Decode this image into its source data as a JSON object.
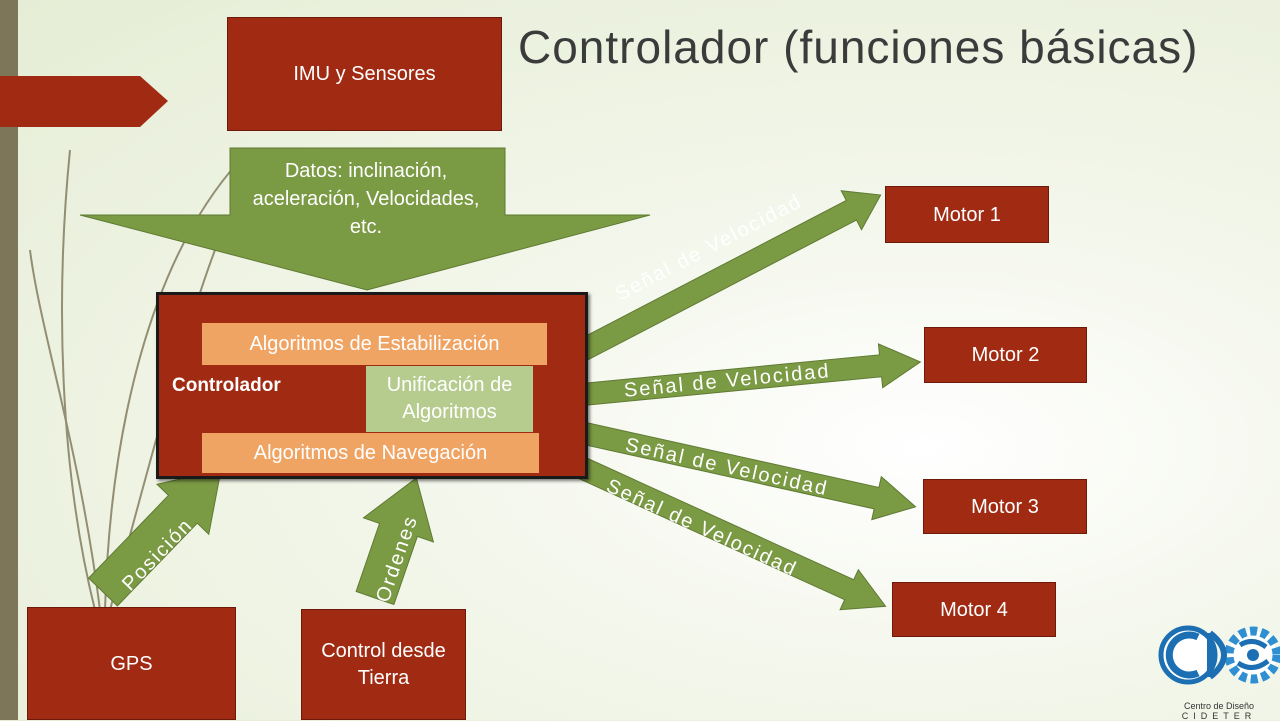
{
  "slide": {
    "title": "Controlador (funciones básicas)"
  },
  "imu": {
    "label": "IMU y Sensores"
  },
  "data_arrow": {
    "label": "Datos: inclinación, aceleración, Velocidades, etc."
  },
  "controller": {
    "label": "Controlador",
    "stabilization": "Algoritmos de Estabilización",
    "unification": "Unificación de Algoritmos",
    "navigation": "Algoritmos de Navegación"
  },
  "signals": [
    "Señal de Velocidad",
    "Señal de Velocidad",
    "Señal de Velocidad",
    "Señal de Velocidad"
  ],
  "motors": [
    "Motor 1",
    "Motor 2",
    "Motor 3",
    "Motor 4"
  ],
  "gps": {
    "label": "GPS",
    "arrow_label": "Posición"
  },
  "ground": {
    "label": "Control desde Tierra",
    "arrow_label": "Ordenes"
  },
  "logo": {
    "line1": "Centro de Diseño",
    "line2": "CIDETER"
  },
  "colors": {
    "box_red": "#a12a12",
    "arrow_green": "#7b9a44",
    "light_orange": "#f0a464",
    "light_green": "#b5cc8e",
    "title": "#3b3b3b"
  }
}
